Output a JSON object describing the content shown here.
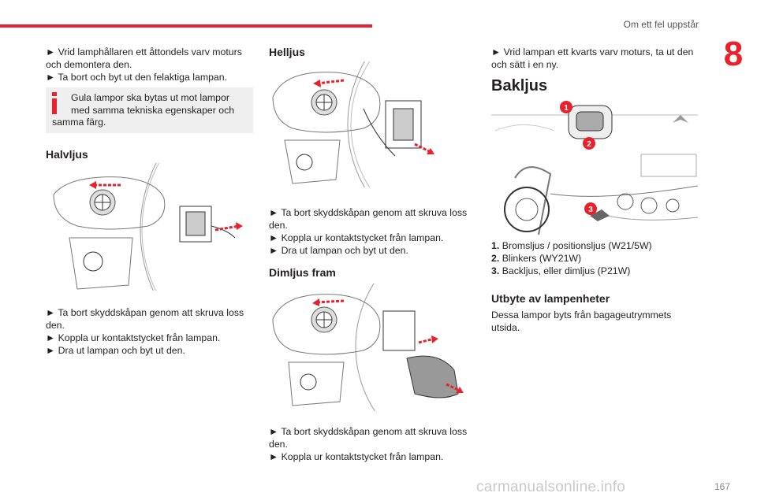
{
  "header": {
    "section_title": "Om ett fel uppstår",
    "chapter_number": "8"
  },
  "col1": {
    "intro_line1": "► Vrid lamphållaren ett åttondels varv moturs",
    "intro_line2": "och demontera den.",
    "intro_line3": "► Ta bort och byt ut den felaktiga lampan.",
    "note_line1": "Gula lampor ska bytas ut mot lampor",
    "note_line2": "med samma tekniska egenskaper och",
    "note_line3": "samma färg.",
    "halvljus_title": "Halvljus",
    "halvljus_step1a": "► Ta bort skyddskåpan genom att skruva loss",
    "halvljus_step1b": "den.",
    "halvljus_step2": "► Koppla ur kontaktstycket från lampan.",
    "halvljus_step3": "► Dra ut lampan och byt ut den."
  },
  "col2": {
    "helljus_title": "Helljus",
    "helljus_step1a": "► Ta bort skyddskåpan genom att skruva loss",
    "helljus_step1b": "den.",
    "helljus_step2": "► Koppla ur kontaktstycket från lampan.",
    "helljus_step3": "► Dra ut lampan och byt ut den.",
    "dimljus_title": "Dimljus fram",
    "dimljus_step1a": "► Ta bort skyddskåpan genom att skruva loss",
    "dimljus_step1b": "den.",
    "dimljus_step2": "► Koppla ur kontaktstycket från lampan."
  },
  "col3": {
    "intro_line1": "► Vrid lampan ett kvarts varv moturs, ta ut den",
    "intro_line2": "och sätt i en ny.",
    "bakljus_title": "Bakljus",
    "list": [
      {
        "num": "1.",
        "text": "Bromsljus / positionsljus (W21/5W)"
      },
      {
        "num": "2.",
        "text": "Blinkers (WY21W)"
      },
      {
        "num": "3.",
        "text": "Backljus, eller dimljus (P21W)"
      }
    ],
    "utbyte_title": "Utbyte av lampenheter",
    "utbyte_line1": "Dessa lampor byts från bagageutrymmets",
    "utbyte_line2": "utsida.",
    "callouts": [
      "1",
      "2",
      "3"
    ]
  },
  "footer": {
    "page_number": "167",
    "watermark": "carmanualsonline.info"
  },
  "colors": {
    "accent": "#e8212c",
    "note_bg": "#efefef",
    "text": "#231f20"
  },
  "icons": {
    "note": "info-icon",
    "arrow": "red-dashed-arrow-icon"
  }
}
